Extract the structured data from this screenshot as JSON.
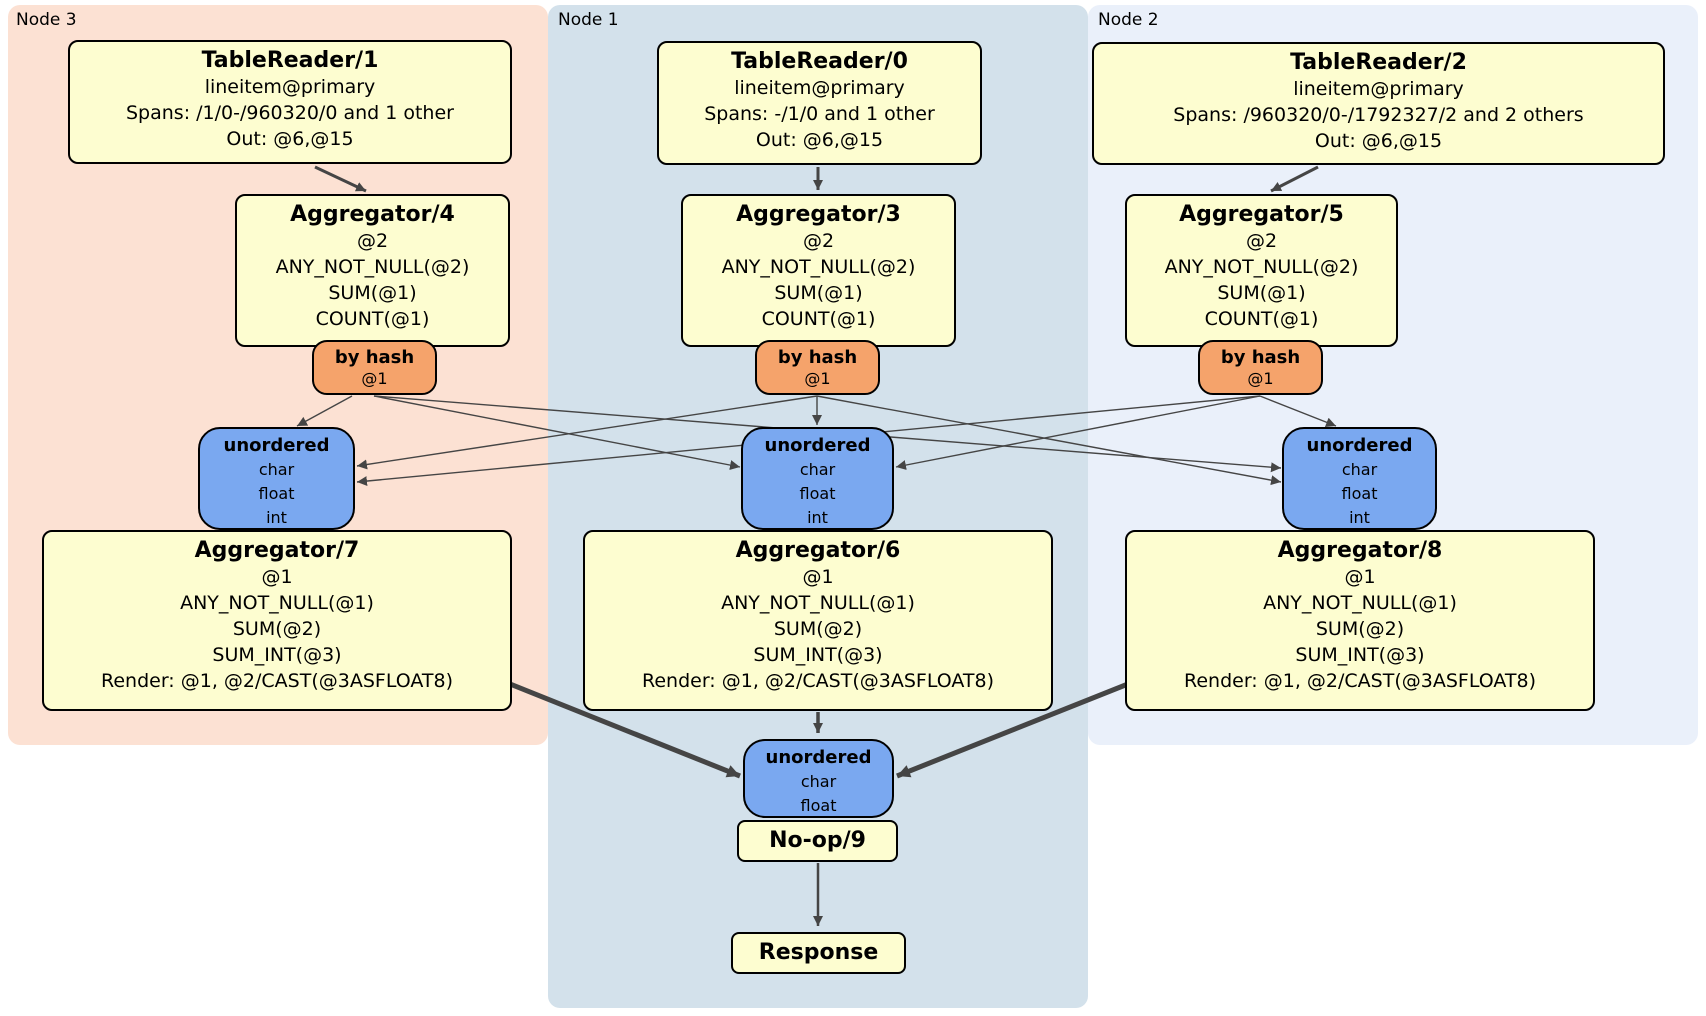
{
  "regions": {
    "node3": {
      "label": "Node 3"
    },
    "node1": {
      "label": "Node 1"
    },
    "node2": {
      "label": "Node 2"
    }
  },
  "boxes": {
    "tr1": {
      "title": "TableReader/1",
      "line1": "lineitem@primary",
      "line2": "Spans: /1/0-/960320/0 and 1 other",
      "line3": "Out: @6,@15"
    },
    "tr0": {
      "title": "TableReader/0",
      "line1": "lineitem@primary",
      "line2": "Spans: -/1/0 and 1 other",
      "line3": "Out: @6,@15"
    },
    "tr2": {
      "title": "TableReader/2",
      "line1": "lineitem@primary",
      "line2": "Spans: /960320/0-/1792327/2 and 2 others",
      "line3": "Out: @6,@15"
    },
    "agg4": {
      "title": "Aggregator/4",
      "line1": "@2",
      "line2": "ANY_NOT_NULL(@2)",
      "line3": "SUM(@1)",
      "line4": "COUNT(@1)"
    },
    "agg3": {
      "title": "Aggregator/3",
      "line1": "@2",
      "line2": "ANY_NOT_NULL(@2)",
      "line3": "SUM(@1)",
      "line4": "COUNT(@1)"
    },
    "agg5": {
      "title": "Aggregator/5",
      "line1": "@2",
      "line2": "ANY_NOT_NULL(@2)",
      "line3": "SUM(@1)",
      "line4": "COUNT(@1)"
    },
    "router3": {
      "title": "by hash",
      "line1": "@1"
    },
    "router1": {
      "title": "by hash",
      "line1": "@1"
    },
    "router2": {
      "title": "by hash",
      "line1": "@1"
    },
    "sync3": {
      "title": "unordered",
      "line1": "char",
      "line2": "float",
      "line3": "int"
    },
    "sync1": {
      "title": "unordered",
      "line1": "char",
      "line2": "float",
      "line3": "int"
    },
    "sync2": {
      "title": "unordered",
      "line1": "char",
      "line2": "float",
      "line3": "int"
    },
    "agg7": {
      "title": "Aggregator/7",
      "line1": "@1",
      "line2": "ANY_NOT_NULL(@1)",
      "line3": "SUM(@2)",
      "line4": "SUM_INT(@3)",
      "line5": "Render: @1, @2/CAST(@3ASFLOAT8)"
    },
    "agg6": {
      "title": "Aggregator/6",
      "line1": "@1",
      "line2": "ANY_NOT_NULL(@1)",
      "line3": "SUM(@2)",
      "line4": "SUM_INT(@3)",
      "line5": "Render: @1, @2/CAST(@3ASFLOAT8)"
    },
    "agg8": {
      "title": "Aggregator/8",
      "line1": "@1",
      "line2": "ANY_NOT_NULL(@1)",
      "line3": "SUM(@2)",
      "line4": "SUM_INT(@3)",
      "line5": "Render: @1, @2/CAST(@3ASFLOAT8)"
    },
    "syncFinal": {
      "title": "unordered",
      "line1": "char",
      "line2": "float"
    },
    "noop": {
      "title": "No-op/9"
    },
    "response": {
      "title": "Response"
    }
  },
  "colors": {
    "node3_bg": "#fce1d3",
    "node1_bg": "#d3e1eb",
    "node2_bg": "#eaf0fa",
    "processor_bg": "#fdfdd0",
    "router_bg": "#f5a36b",
    "sync_bg": "#7aa8f0",
    "edge": "#454545",
    "border": "#000000"
  }
}
